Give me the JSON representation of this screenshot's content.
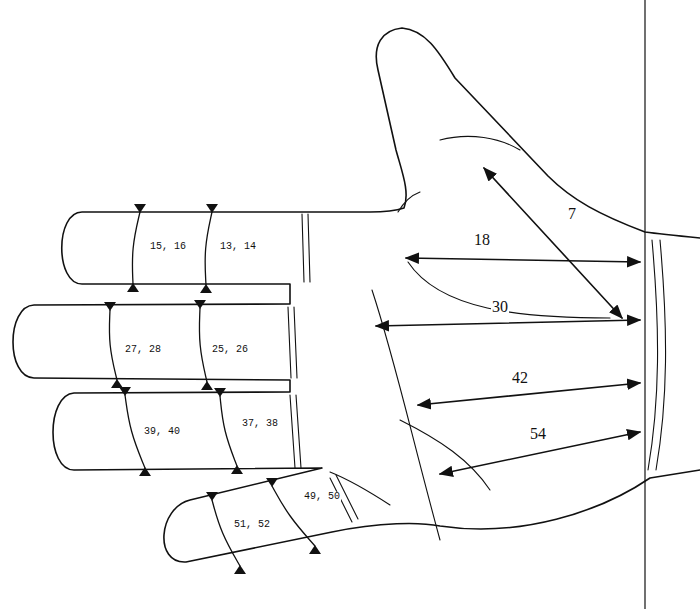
{
  "diagram": {
    "labels": [
      "7",
      "18",
      "15, 16",
      "13, 14",
      "30",
      "27, 28",
      "25, 26",
      "42",
      "39, 40",
      "37, 38",
      "54",
      "49, 50",
      "51, 52"
    ]
  }
}
